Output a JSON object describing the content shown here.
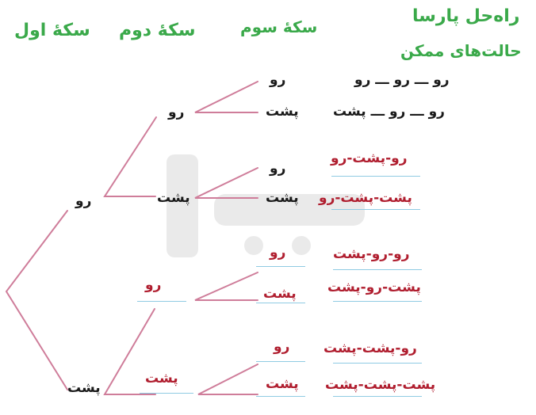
{
  "header": {
    "title_line1": "راه‌حل پارسا",
    "title_line2": "حالت‌های ممکن",
    "coin1": "سکهٔ اول",
    "coin2": "سکهٔ دوم",
    "coin3": "سکهٔ سوم"
  },
  "tree": {
    "level1": [
      "رو",
      "پشت"
    ],
    "level2": [
      "رو",
      "پشت",
      "رو",
      "پشت"
    ],
    "level3": [
      "رو",
      "پشت",
      "رو",
      "پشت",
      "رو",
      "پشت",
      "رو",
      "پشت"
    ]
  },
  "outcomes": [
    "رو ـــ رو ـــ رو",
    "رو ـــ رو ـــ پشت",
    "رو-پشت-رو",
    "پشت-پشت-رو",
    "رو-رو-پشت",
    "پشت-رو-پشت",
    "رو-پشت-پشت",
    "پشت-پشت-پشت"
  ],
  "colors": {
    "branch": "#cf7d9a",
    "header": "#3aa94a",
    "filled_in": "#b01e2f",
    "blank_line": "#8fcbe3"
  }
}
